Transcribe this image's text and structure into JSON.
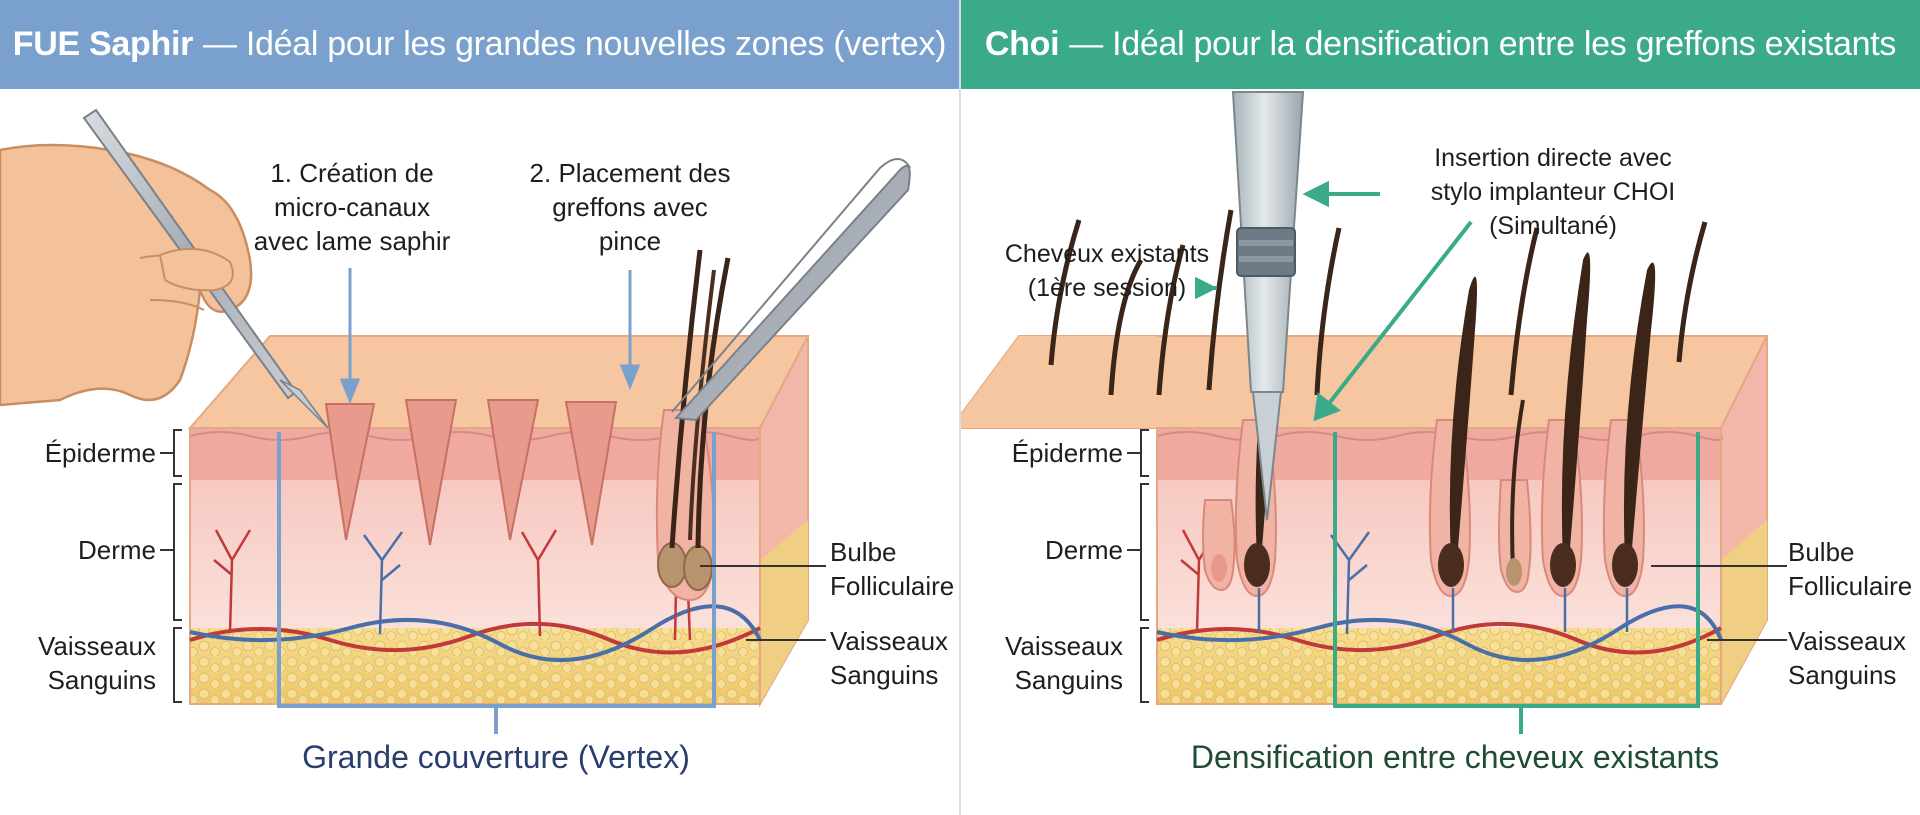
{
  "left": {
    "header_bold": "FUE Saphir",
    "header_rest": "— Idéal pour les grandes nouvelles zones (vertex)",
    "step1": [
      "1. Création de",
      "micro-canaux",
      "avec lame saphir"
    ],
    "step2": [
      "2. Placement des",
      "greffons avec",
      "pince"
    ],
    "epidermis": "Épiderme",
    "dermis": "Derme",
    "vessels": [
      "Vaisseaux",
      "Sanguins"
    ],
    "bulb": [
      "Bulbe",
      "Folliculaire"
    ],
    "vessels_right": [
      "Vaisseaux",
      "Sanguins"
    ],
    "bottom": "Grande couverture (Vertex)"
  },
  "right": {
    "header_bold": "Choi",
    "header_rest": "— Idéal pour la densification entre les greffons existants",
    "insertion": [
      "Insertion directe avec",
      "stylo implanteur CHOI",
      "(Simultané)"
    ],
    "existing": [
      "Cheveux existants",
      "(1ère session)"
    ],
    "epidermis": "Épiderme",
    "dermis": "Derme",
    "vessels": [
      "Vaisseaux",
      "Sanguins"
    ],
    "bulb": [
      "Bulbe",
      "Folliculaire"
    ],
    "vessels_right": [
      "Vaisseaux",
      "Sanguins"
    ],
    "bottom": "Densification entre cheveux existants"
  },
  "colors": {
    "blue_header": "#7aa0cd",
    "green_header": "#3aaa8a",
    "skin_top": "#f4c39c",
    "epidermis": "#f0a9a0",
    "dermis": "#f8d3cc",
    "fat": "#f2d27a",
    "artery": "#c0393b",
    "vein": "#4a6fa8",
    "hair": "#3b2418",
    "blue_frame": "#7aa0cd",
    "green_frame": "#3aaa8a",
    "bottom_left_text": "#2a3e6e",
    "bottom_right_text": "#1f4d33"
  }
}
